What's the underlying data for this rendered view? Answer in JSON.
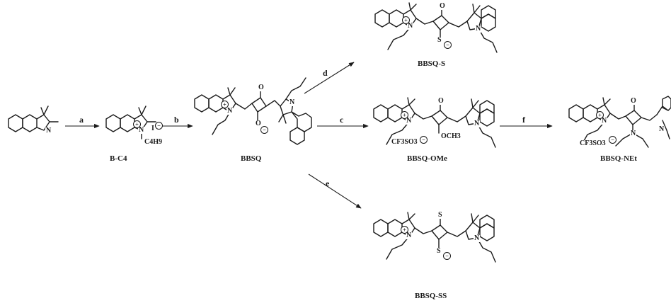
{
  "steps": {
    "a": "a",
    "b": "b",
    "c": "c",
    "d": "d",
    "e": "e",
    "f": "f"
  },
  "compounds": {
    "start": {
      "atoms": {
        "n": "N"
      }
    },
    "bc4": {
      "label": "B-C4",
      "atoms": {
        "n": "N",
        "butyl": "C4H9",
        "iodide": "I"
      }
    },
    "bbsq": {
      "label": "BBSQ",
      "atoms": {
        "n1": "N",
        "n2": "N",
        "o1": "O",
        "o2": "O"
      }
    },
    "bbsq_s": {
      "label": "BBSQ-S",
      "atoms": {
        "n1": "N",
        "n2": "N",
        "o": "O",
        "s": "S"
      }
    },
    "bbsq_ome": {
      "label": "BBSQ-OMe",
      "atoms": {
        "n1": "N",
        "n2": "N",
        "o": "O",
        "ome": "OCH3",
        "counter": "CF3SO3"
      }
    },
    "bbsq_ss": {
      "label": "BBSQ-SS",
      "atoms": {
        "n1": "N",
        "n2": "N",
        "s1": "S",
        "s2": "S"
      }
    },
    "bbsq_net": {
      "label": "BBSQ-NEt",
      "atoms": {
        "n1": "N",
        "n2": "N",
        "n3": "N",
        "o": "O",
        "counter": "CF3SO3"
      }
    }
  }
}
